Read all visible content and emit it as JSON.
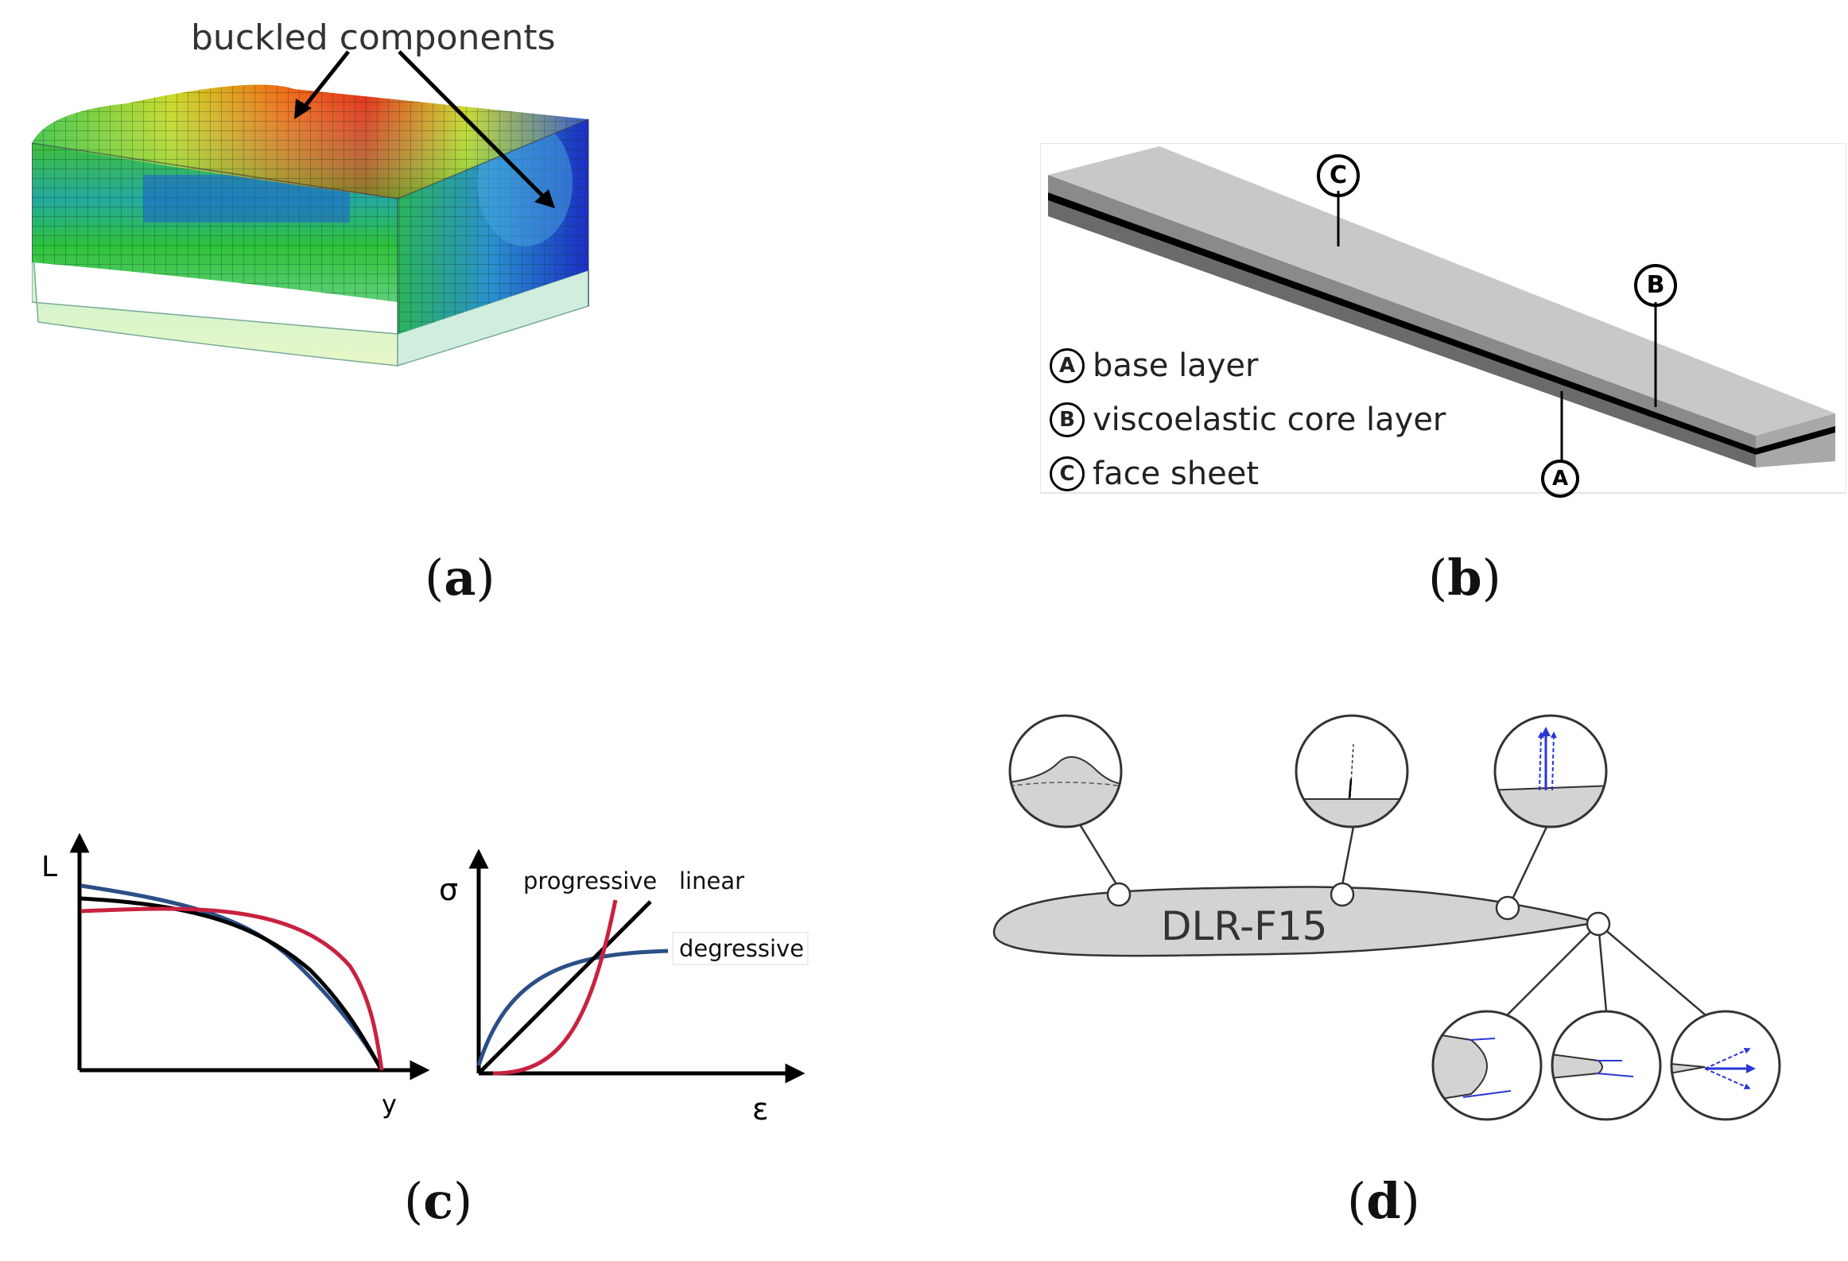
{
  "panel_a": {
    "annotation": "buckled components",
    "caption": "a"
  },
  "panel_b": {
    "markers": [
      "C",
      "B",
      "A"
    ],
    "legend": [
      {
        "letter": "A",
        "text": "base layer"
      },
      {
        "letter": "B",
        "text": "viscoelastic core layer"
      },
      {
        "letter": "C",
        "text": "face sheet"
      }
    ],
    "caption": "b"
  },
  "panel_c": {
    "left_chart": {
      "y_axis": "L",
      "x_axis": "y"
    },
    "right_chart": {
      "y_axis": "σ",
      "x_axis": "ε",
      "labels": {
        "progressive": "progressive",
        "linear": "linear",
        "degressive": "degressive"
      }
    },
    "colors": {
      "red": "#c8223f",
      "blue": "#2b4f86",
      "black": "#000000"
    },
    "caption": "c"
  },
  "panel_d": {
    "airfoil_label": "DLR-F15",
    "accent_color": "#2a36d6",
    "caption": "d"
  }
}
